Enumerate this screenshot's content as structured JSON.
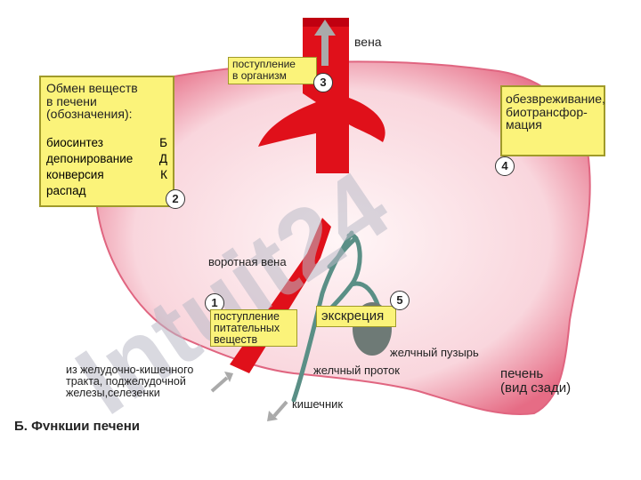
{
  "labels": {
    "vein": "вена",
    "to_body": "поступление\nв организм",
    "metabolism_title": "Обмен веществ\nв печени\n(обозначения):",
    "metabolism_items": [
      {
        "name": "биосинтез",
        "code": "Б"
      },
      {
        "name": "депонирование",
        "code": "Д"
      },
      {
        "name": "конверсия",
        "code": "К"
      },
      {
        "name": "распад",
        "code": ""
      }
    ],
    "detox": "обезвреживание,\nбиотрансфор-\nмация",
    "portal_vein": "воротная вена",
    "nutrients_in": "поступление\nпитательных\nвеществ",
    "excretion": "экскреция",
    "gallbladder": "желчный пузырь",
    "bile_duct": "желчный проток",
    "from_gi": "из желудочно-кишечного\nтракта, поджелудочной\nжелезы,селезенки",
    "intestine": "кишечник",
    "liver_view": "печень\n(вид сзади)",
    "caption": "Б. Функции печени"
  },
  "markers": [
    "1",
    "2",
    "3",
    "4",
    "5"
  ],
  "watermark": "Intuit24",
  "colors": {
    "liver": "#f6c1cc",
    "liver_edge": "#e0607a",
    "vessel": "#e0101a",
    "bile": "#5a8f86",
    "box_fill": "#fbf37a",
    "watermark": "#b9b9c7",
    "watermark_accent": "#b7a6e6"
  }
}
